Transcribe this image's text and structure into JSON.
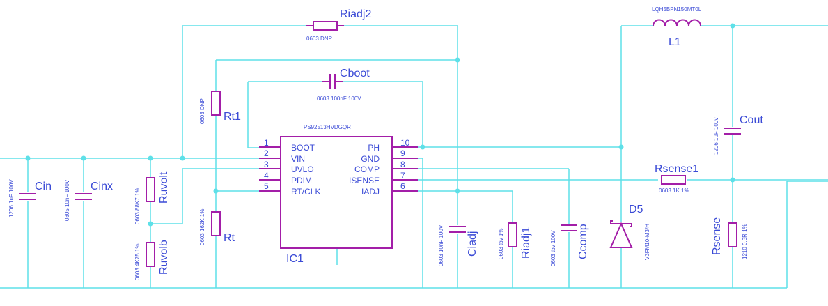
{
  "ic": {
    "refdes": "IC1",
    "part": "TPS92513HVDGQR"
  },
  "ic_pins": [
    {
      "num": "1",
      "name": "BOOT"
    },
    {
      "num": "2",
      "name": "VIN"
    },
    {
      "num": "3",
      "name": "UVLO"
    },
    {
      "num": "4",
      "name": "PDIM"
    },
    {
      "num": "5",
      "name": "RT/CLK"
    },
    {
      "num": "10",
      "name": "PH"
    },
    {
      "num": "9",
      "name": "GND"
    },
    {
      "num": "8",
      "name": "COMP"
    },
    {
      "num": "7",
      "name": "ISENSE"
    },
    {
      "num": "6",
      "name": "IADJ"
    }
  ],
  "components": {
    "riadj2": {
      "ref": "Riadj2",
      "value": "0603 DNP"
    },
    "cboot": {
      "ref": "Cboot",
      "value": "0603 100nF 100V"
    },
    "rt1": {
      "ref": "Rt1",
      "value": "0603 DNP"
    },
    "rt": {
      "ref": "Rt",
      "value": "0603 162K 1%"
    },
    "ruvolt": {
      "ref": "Ruvolt",
      "value": "0603 88K7 1%"
    },
    "ruvolb": {
      "ref": "Ruvolb",
      "value": "0603 4K75 1%"
    },
    "cin": {
      "ref": "Cin",
      "value": "1206 1uF 100V"
    },
    "cinx": {
      "ref": "Cinx",
      "value": "0805 10nF 100V"
    },
    "ciadj": {
      "ref": "Ciadj",
      "value": "0603 10nF 100V"
    },
    "riadj1": {
      "ref": "Riadj1",
      "value": "0603 tbv 1%"
    },
    "ccomp": {
      "ref": "Ccomp",
      "value": "0603 tbv 100V"
    },
    "d5": {
      "ref": "D5",
      "value": "V3FM10-M3/H"
    },
    "l1": {
      "ref": "L1",
      "value": "LQH5BPN150MT0L"
    },
    "cout": {
      "ref": "Cout",
      "value": "1206 1uF 100v"
    },
    "rsense1": {
      "ref": "Rsense1",
      "value": "0603 1K 1%"
    },
    "rsense": {
      "ref": "Rsense",
      "value": "1210 0,3R 1%"
    }
  },
  "colors": {
    "wire": "#5ee0e8",
    "part": "#a31ea8",
    "text": "#3a4ad6"
  }
}
